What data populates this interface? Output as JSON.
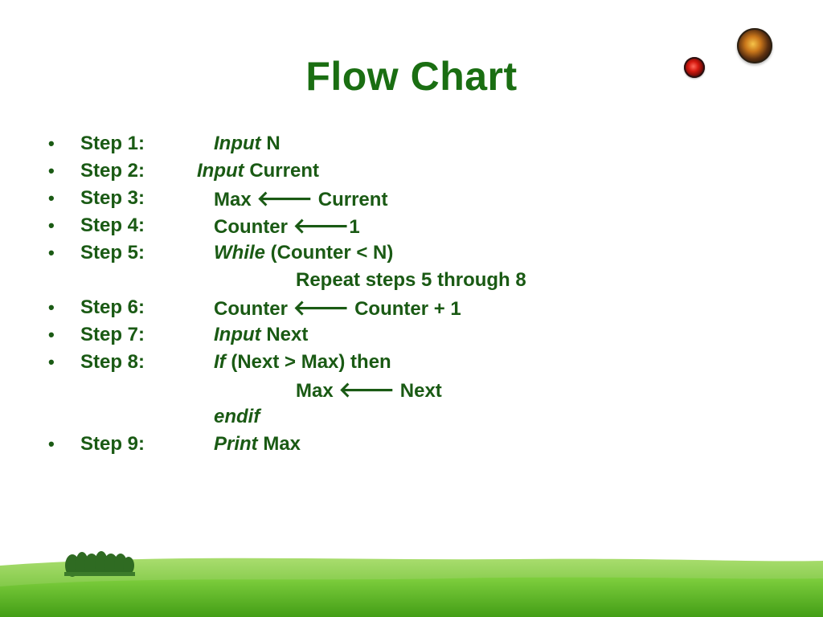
{
  "slide": {
    "title": "Flow Chart",
    "bullet_char": "•",
    "arrow_char": "🡐",
    "colors": {
      "title": "#1a6e12",
      "text": "#1a5a14",
      "grass": "#63c22a",
      "sky": "#ffffff"
    },
    "steps": [
      {
        "label": "Step 1:",
        "kw": "Input",
        "sep": " ",
        "rest": "N"
      },
      {
        "label": "Step 2:",
        "kw": "Input",
        "sep": "  ",
        "rest": "Current"
      },
      {
        "label": "Step 3:",
        "pre": "Max ",
        "arrow": true,
        "rest": " Current"
      },
      {
        "label": "Step 4:",
        "pre": "Counter ",
        "arrow": true,
        "rest": "1"
      },
      {
        "label": "Step 5:",
        "kw": "While",
        "sep": " ",
        "rest": "(Counter < N)"
      },
      {
        "cont": "Repeat steps 5 through 8"
      },
      {
        "label": "Step 6:",
        "pre": "Counter ",
        "arrow": true,
        "rest": " Counter + 1"
      },
      {
        "label": "Step 7:",
        "kw": "Input",
        "sep": " ",
        "rest": "Next"
      },
      {
        "label": "Step 8:",
        "kw": "If",
        "sep": "  ",
        "rest": "(Next > Max) then"
      },
      {
        "cont_pre": "Max ",
        "cont_arrow": true,
        "cont_rest": " Next"
      },
      {
        "cont_kw": "endif"
      },
      {
        "label": "Step 9:",
        "kw": "Print",
        "sep": "  ",
        "rest": "Max"
      }
    ]
  }
}
